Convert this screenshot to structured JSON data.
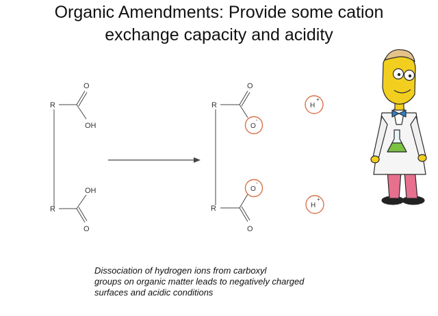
{
  "title": {
    "line1": "Organic Amendments:  Provide some cation",
    "line2": "exchange capacity and acidity"
  },
  "diagram": {
    "r_label": "R",
    "o_label": "O",
    "oh_label": "OH",
    "o_minus_label": "O",
    "minus_sign": "-",
    "h_label": "H",
    "plus_sign": "+"
  },
  "caption": {
    "line1": "Dissociation of hydrogen ions from carboxyl",
    "line2": "groups on organic matter leads to negatively charged",
    "line3": "surfaces and acidic conditions"
  },
  "colors": {
    "highlight": "#d9714a",
    "line": "#444444"
  },
  "icons": [
    "scientist-cartoon-icon"
  ]
}
